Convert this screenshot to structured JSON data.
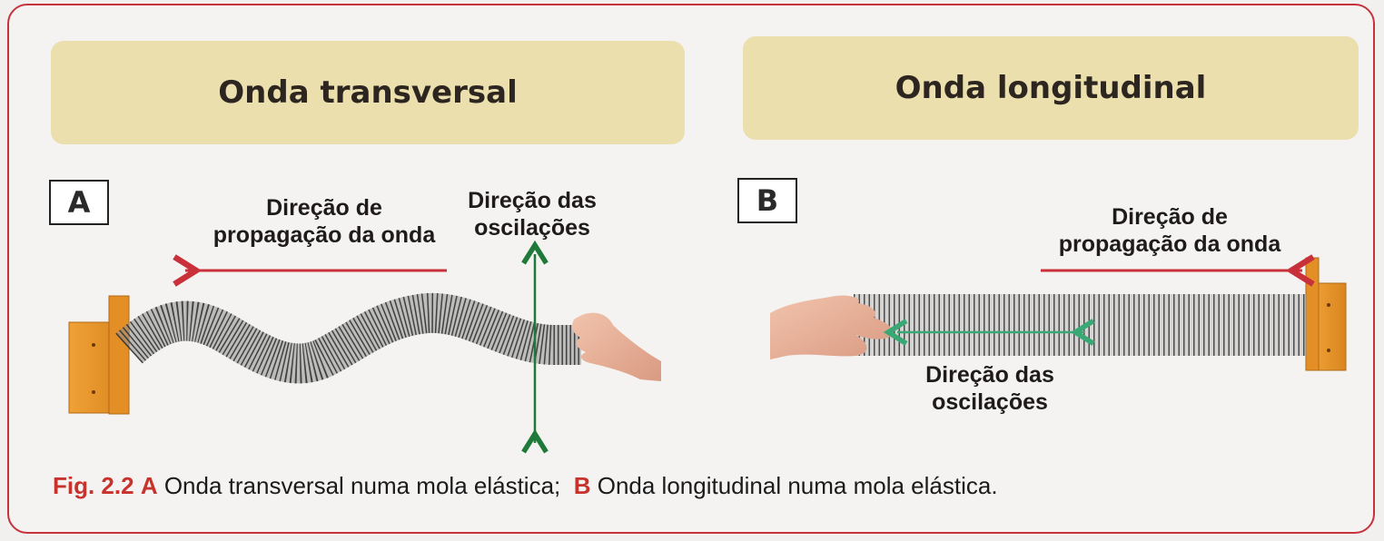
{
  "panel_a": {
    "title": "Onda transversal",
    "letter": "A",
    "propagation_label_line1": "Direção de",
    "propagation_label_line2": "propagação da onda",
    "oscillation_label_line1": "Direção das",
    "oscillation_label_line2": "oscilações"
  },
  "panel_b": {
    "title": "Onda longitudinal",
    "letter": "B",
    "propagation_label_line1": "Direção de",
    "propagation_label_line2": "propagação da onda",
    "oscillation_label_line1": "Direção das",
    "oscillation_label_line2": "oscilações"
  },
  "caption": {
    "fig_label": "Fig. 2.2",
    "letter_a": "A",
    "text_a": "Onda transversal numa mola elástica;",
    "letter_b": "B",
    "text_b": "Onda longitudinal numa mola elástica."
  },
  "colors": {
    "frame_border": "#c6333d",
    "banner_fill": "#eadfad",
    "propagation_arrow": "#c8303a",
    "oscillation_arrow": "#1f7a3a",
    "oscillation_arrow_b": "#3aa874",
    "wood": "#e9972c"
  },
  "icons": [
    "wooden-mount",
    "slinky-spring",
    "hand"
  ]
}
